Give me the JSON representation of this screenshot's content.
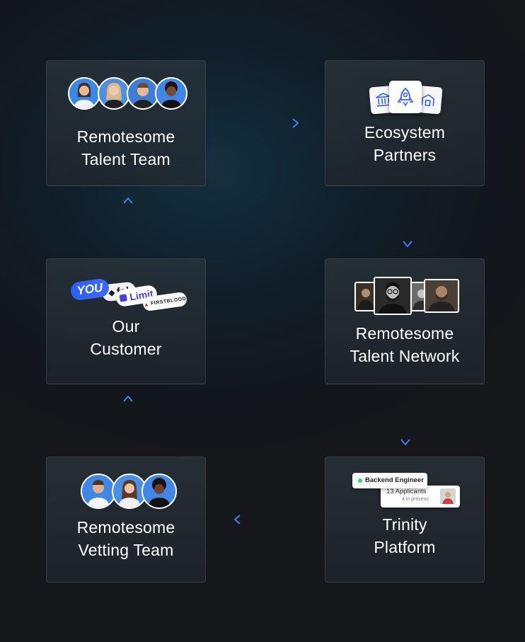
{
  "nodes": {
    "talent_team": {
      "line1": "Remotesome",
      "line2": "Talent Team"
    },
    "ecosystem": {
      "line1": "Ecosystem",
      "line2": "Partners"
    },
    "customer": {
      "line1": "Our",
      "line2": "Customer",
      "logos": {
        "you": "YOU",
        "fal": "fal",
        "limit": "Limit",
        "firstblood": "FIRSTBLOOD"
      }
    },
    "network": {
      "line1": "Remotesome",
      "line2": "Talent Network"
    },
    "vetting": {
      "line1": "Remotesome",
      "line2": "Vetting Team"
    },
    "trinity": {
      "line1": "Trinity",
      "line2": "Platform",
      "job_title": "Backend Engineer",
      "applicants": "13 Applicants",
      "in_process": "4 in process"
    }
  },
  "colors": {
    "arrow": "#2f6cf0",
    "avatar_bg": "#3f86e6",
    "accent_blue": "#2c5df2"
  },
  "icons": {
    "ecosystem": [
      "bank-icon",
      "rocket-icon",
      "building-icon"
    ]
  }
}
